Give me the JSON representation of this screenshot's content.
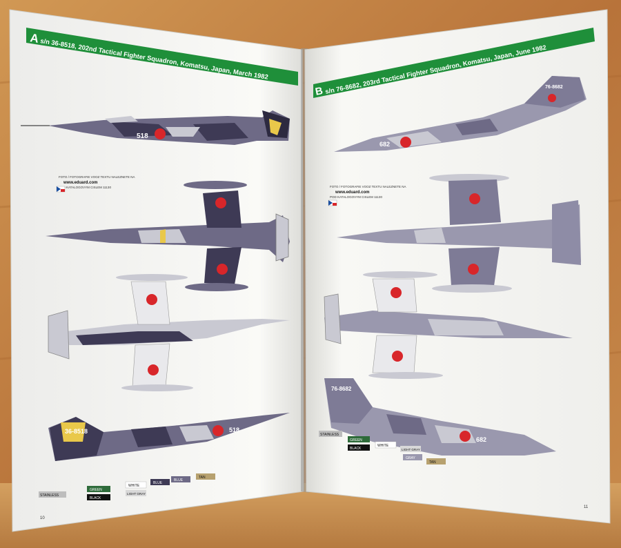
{
  "left_page": {
    "letter": "A",
    "banner": "s/n 36-8518, 202nd Tactical Fighter Squadron, Komatsu, Japan, March 1982",
    "czech_note": [
      "FOTO / FOTOGRAFIE VOOZ TEXTU NALEZNETE NA",
      "www.eduard.com",
      "POD KATALOGOVYM CISLEM 11130"
    ],
    "serial_tail": "36-8518",
    "nose_number": "518",
    "page_number": "10",
    "colors": [
      "STAINLESS",
      "GREEN",
      "BLACK",
      "WHITE",
      "LIGHT GRAY",
      "BLUE",
      "BLUE",
      "TAN"
    ]
  },
  "right_page": {
    "letter": "B",
    "banner": "s/n 76-8682, 203rd Tactical Fighter Squadron, Komatsu, Japan, June 1982",
    "czech_note": [
      "FOTO / FOTOGRAFIE VOOZ TEXTU NALEZNETE NA",
      "www.eduard.com",
      "POD KATALOGOVYM CISLEM 11130"
    ],
    "serial_tail": "76-8682",
    "nose_number": "682",
    "page_number": "11",
    "colors": [
      "STAINLESS",
      "GREEN",
      "BLACK",
      "WHITE",
      "LIGHT GRAY",
      "GRAY",
      "TAN"
    ]
  },
  "palette": {
    "wood": "#b9763a",
    "paper": "#f7f7f2",
    "banner": "#1f8f3a",
    "camo_dark": "#3e3a55",
    "camo_mid": "#6e6a86",
    "camo_light": "#c9c9d2",
    "roundel": "#d8262a",
    "ivory": "#e9e3d2"
  }
}
